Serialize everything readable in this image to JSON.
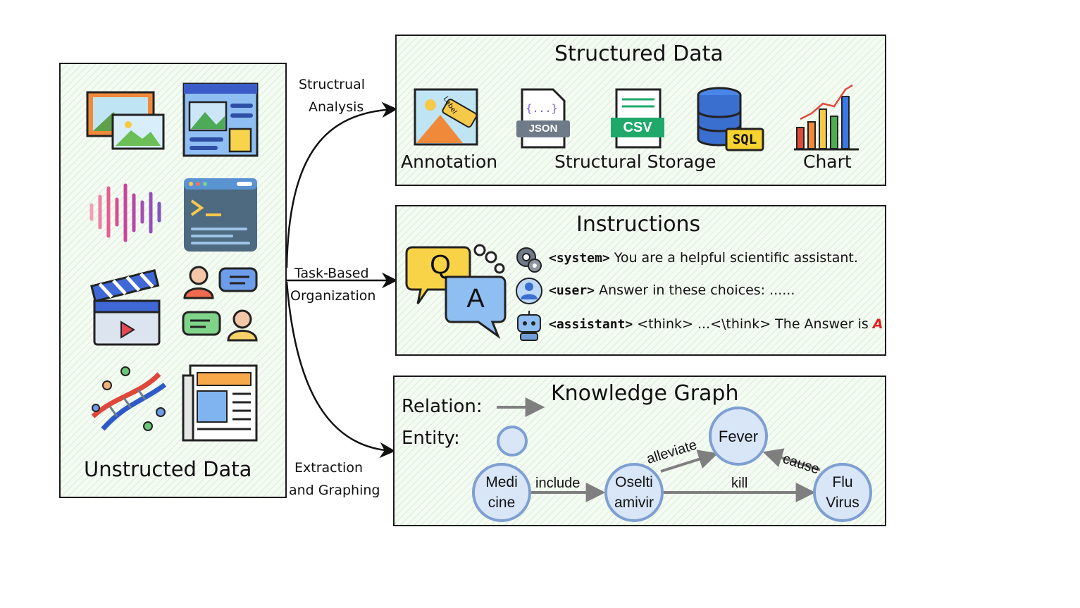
{
  "left_panel": {
    "title": "Unstructed Data"
  },
  "arrows": {
    "top": [
      "Structrual",
      "Analysis"
    ],
    "middle": [
      "Task-Based",
      "Organization"
    ],
    "bottom": [
      "Extraction",
      "and Graphing"
    ]
  },
  "structured": {
    "title": "Structured Data",
    "icons": {
      "json": "JSON",
      "csv": "CSV",
      "sql": "SQL",
      "tag": "Label"
    },
    "captions": {
      "annotation": "Annotation",
      "storage": "Structural Storage",
      "chart": "Chart"
    }
  },
  "instructions": {
    "title": "Instructions",
    "qa": {
      "q": "Q",
      "a": "A"
    },
    "rows": [
      {
        "tag": "<system>",
        "text": " You are a helpful scientific assistant."
      },
      {
        "tag": "<user>",
        "text": " Answer  in these choices: ......"
      },
      {
        "tag": "<assistant>",
        "text": " <think> ...<\\think> The Answer is ",
        "answer": "A"
      }
    ],
    "answer_color": "#e02020"
  },
  "kg": {
    "title": "Knowledge Graph",
    "relation_label": "Relation:",
    "entity_label": "Entity:",
    "nodes": {
      "medicine": [
        "Medi",
        "cine"
      ],
      "oseltamivir": [
        "Oselti",
        "amivir"
      ],
      "fever": [
        "Fever"
      ],
      "flu": [
        "Flu",
        "Virus"
      ]
    },
    "edges": {
      "include": "include",
      "kill": "kill",
      "alleviate": "alleviate",
      "cause": "cause"
    }
  }
}
